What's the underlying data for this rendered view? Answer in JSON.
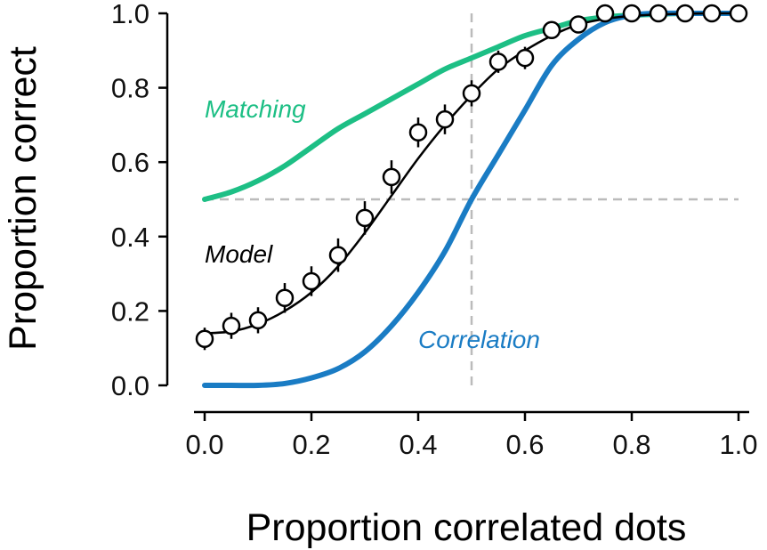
{
  "chart_data": {
    "type": "line",
    "xlabel": "Proportion correlated dots",
    "ylabel": "Proportion correct",
    "xlim": [
      0.0,
      1.0
    ],
    "ylim": [
      0.0,
      1.0
    ],
    "xticks": [
      "0.0",
      "0.2",
      "0.4",
      "0.6",
      "0.8",
      "1.0"
    ],
    "yticks": [
      "0.0",
      "0.2",
      "0.4",
      "0.6",
      "0.8",
      "1.0"
    ],
    "grid": false,
    "reference_lines": {
      "x": 0.5,
      "y": 0.5,
      "style": "dashed",
      "color": "#bbbbbb"
    },
    "series": [
      {
        "name": "Matching",
        "color": "#1dbf85",
        "x": [
          0.0,
          0.05,
          0.1,
          0.15,
          0.2,
          0.25,
          0.3,
          0.35,
          0.4,
          0.45,
          0.5,
          0.55,
          0.6,
          0.65,
          0.7,
          0.75,
          0.8,
          0.85,
          0.9,
          0.95,
          1.0
        ],
        "y": [
          0.5,
          0.52,
          0.55,
          0.59,
          0.64,
          0.69,
          0.73,
          0.77,
          0.81,
          0.85,
          0.88,
          0.91,
          0.94,
          0.96,
          0.98,
          0.99,
          0.995,
          0.998,
          1.0,
          1.0,
          1.0
        ]
      },
      {
        "name": "Correlation",
        "color": "#1a7cc4",
        "x": [
          0.0,
          0.05,
          0.1,
          0.15,
          0.2,
          0.25,
          0.3,
          0.35,
          0.4,
          0.45,
          0.5,
          0.55,
          0.6,
          0.65,
          0.7,
          0.75,
          0.8,
          0.85,
          0.9,
          0.95,
          1.0
        ],
        "y": [
          0.0,
          0.0,
          0.0,
          0.005,
          0.02,
          0.045,
          0.09,
          0.16,
          0.25,
          0.36,
          0.5,
          0.62,
          0.74,
          0.86,
          0.93,
          0.975,
          0.995,
          1.0,
          1.0,
          1.0,
          1.0
        ]
      },
      {
        "name": "Model",
        "color": "#000000",
        "x": [
          0.0,
          0.05,
          0.1,
          0.15,
          0.2,
          0.25,
          0.3,
          0.35,
          0.4,
          0.45,
          0.5,
          0.55,
          0.6,
          0.65,
          0.7,
          0.75,
          0.8,
          0.85,
          0.9,
          0.95,
          1.0
        ],
        "y": [
          0.14,
          0.145,
          0.165,
          0.2,
          0.25,
          0.32,
          0.41,
          0.51,
          0.61,
          0.7,
          0.78,
          0.85,
          0.9,
          0.94,
          0.97,
          0.985,
          0.993,
          0.997,
          0.999,
          1.0,
          1.0
        ]
      }
    ],
    "data_points": {
      "color": "#000000",
      "x": [
        0.0,
        0.05,
        0.1,
        0.15,
        0.2,
        0.25,
        0.3,
        0.35,
        0.4,
        0.45,
        0.5,
        0.55,
        0.6,
        0.65,
        0.7,
        0.75,
        0.8,
        0.85,
        0.9,
        0.95,
        1.0
      ],
      "y": [
        0.125,
        0.16,
        0.175,
        0.235,
        0.28,
        0.35,
        0.45,
        0.56,
        0.68,
        0.715,
        0.785,
        0.87,
        0.88,
        0.955,
        0.97,
        1.0,
        1.0,
        1.0,
        1.0,
        1.0,
        1.0
      ],
      "err": [
        0.03,
        0.035,
        0.035,
        0.04,
        0.04,
        0.045,
        0.045,
        0.045,
        0.04,
        0.04,
        0.035,
        0.03,
        0.03,
        0.015,
        0.01,
        0.0,
        0.0,
        0.0,
        0.0,
        0.0,
        0.0
      ]
    },
    "series_labels": [
      {
        "text": "Matching",
        "x": 0.0,
        "y": 0.72,
        "color": "#1dbf85"
      },
      {
        "text": "Model",
        "x": 0.0,
        "y": 0.33,
        "color": "#000000"
      },
      {
        "text": "Correlation",
        "x": 0.4,
        "y": 0.1,
        "color": "#1a7cc4"
      }
    ]
  }
}
